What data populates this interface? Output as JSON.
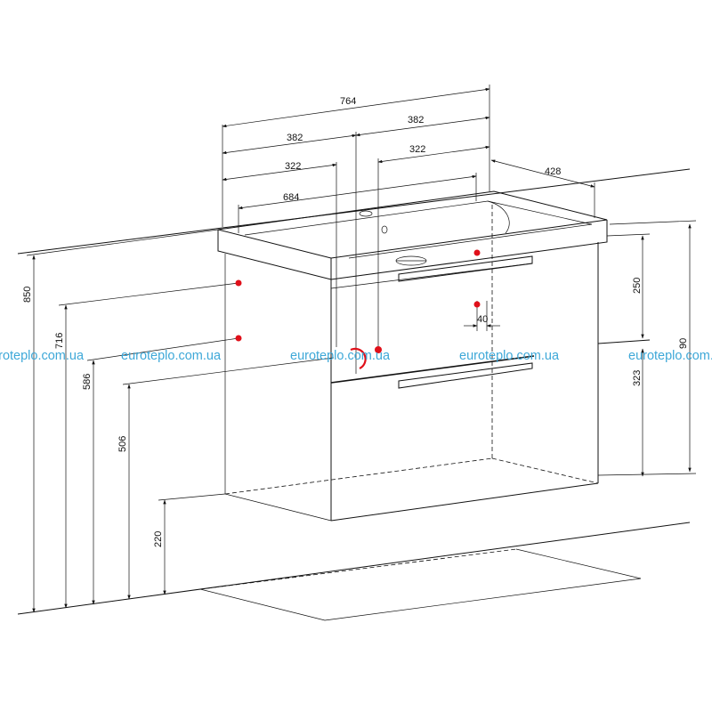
{
  "dimensions": {
    "top": [
      "764",
      "382",
      "382",
      "322",
      "322",
      "684",
      "428"
    ],
    "left": [
      "850",
      "716",
      "586",
      "506",
      "220"
    ],
    "right": [
      "250",
      "90",
      "323",
      "40"
    ]
  },
  "watermark": {
    "text": "euroteplo.com.ua",
    "color": "#3ea8d8"
  },
  "colors": {
    "line": "#111111",
    "marker": "#e0101a"
  }
}
